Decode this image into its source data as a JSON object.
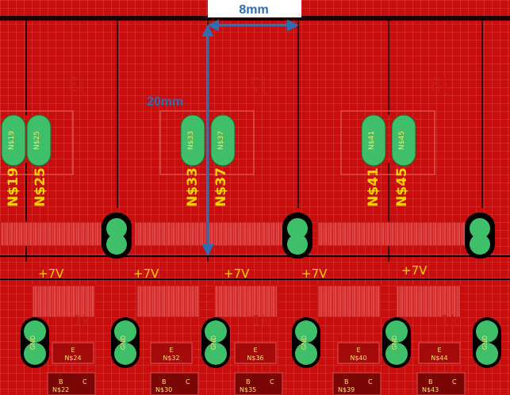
{
  "annotations": {
    "horizontal": "8mm",
    "vertical": "20mm"
  },
  "connectors": [
    "J3",
    "J7",
    "J8"
  ],
  "pad_pairs": [
    [
      "N$19",
      "N$25"
    ],
    [
      "N$33",
      "N$37"
    ],
    [
      "N$41",
      "N$45"
    ]
  ],
  "pad_inner_labels": [
    [
      "N$19",
      "N$25"
    ],
    [
      "N$33",
      "N$37"
    ],
    [
      "N$41",
      "N$45"
    ]
  ],
  "power_labels": [
    "+7V",
    "+7V",
    "+7V",
    "+7V",
    "+7V"
  ],
  "gnd_label": "GND",
  "resistor_labels": [
    "1k",
    "1k",
    "1k"
  ],
  "transistor_nets": [
    "N$24",
    "N$32",
    "N$36",
    "N$40",
    "N$44"
  ],
  "bottom_labels": [
    "N$22",
    "N$30",
    "N$35",
    "N$39",
    "N$43"
  ],
  "pin_letters": {
    "b": "B",
    "e": "E",
    "c": "C"
  },
  "colors": {
    "board": "#cc0b0b",
    "grid": "#e53a3a",
    "copper_dark": "#9e0707",
    "pad": "#3fbf6a",
    "trace": "#000000",
    "annotation": "#2f6db2",
    "label": "#ffd400"
  }
}
